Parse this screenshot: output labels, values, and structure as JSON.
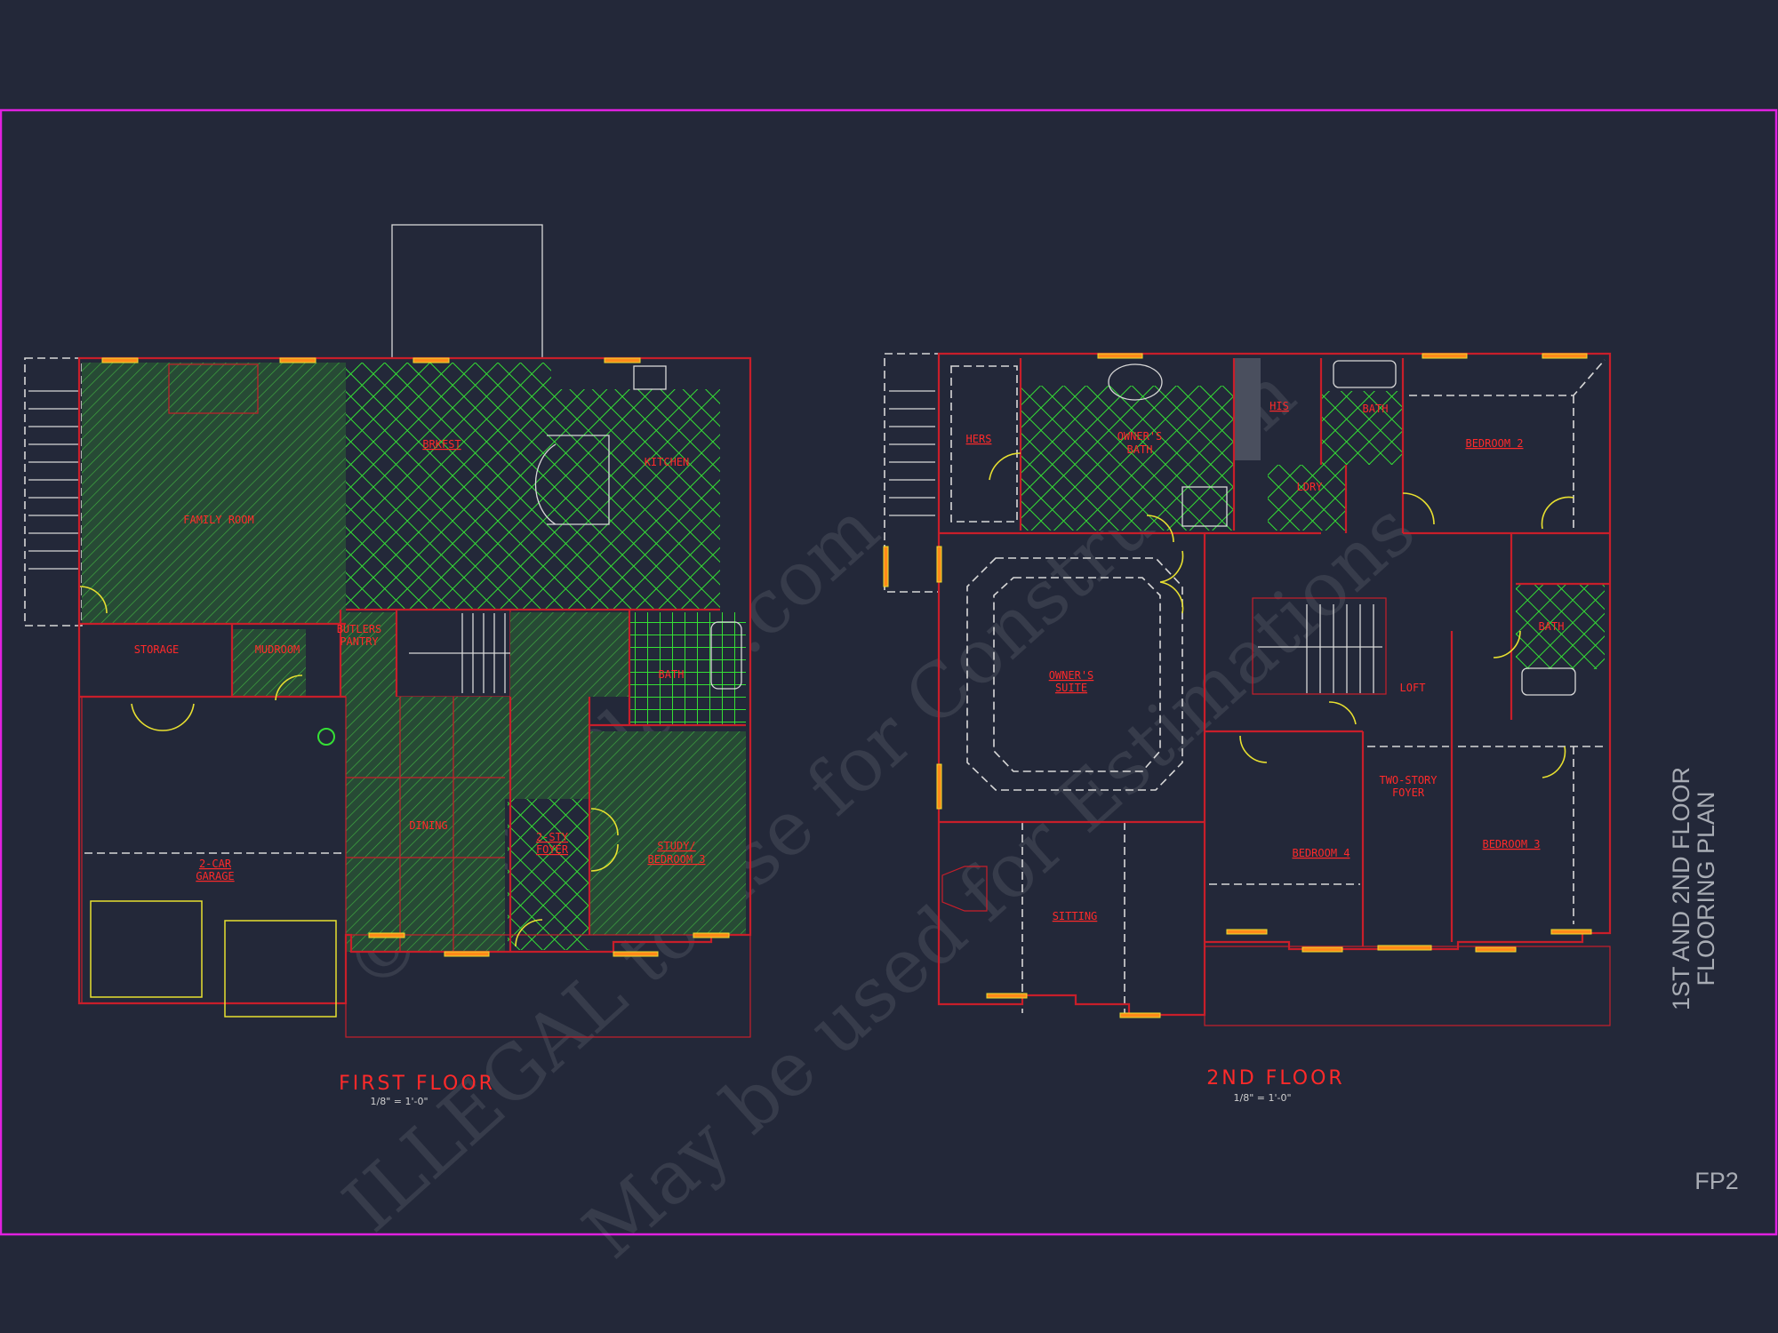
{
  "sheet": {
    "title_line1": "1ST AND 2ND FLOOR",
    "title_line2": "FLOORING PLAN",
    "sheet_number": "FP2",
    "border_color": "#e020e0",
    "background_color": "#232839"
  },
  "watermark": {
    "line1": "© FloorPlans.com",
    "line2": "ILLEGAL to use for Construction",
    "line3": "May be used for Estimations"
  },
  "first_floor": {
    "title": "FIRST FLOOR",
    "scale": "1/8\" = 1'-0\"",
    "rooms": {
      "family_room": "FAMILY ROOM",
      "breakfast": "BRKFST",
      "kitchen": "KITCHEN",
      "storage": "STORAGE",
      "mudroom": "MUDROOM",
      "butlers_1": "BUTLERS",
      "butlers_2": "PANTRY",
      "bath": "BATH",
      "dining": "DINING",
      "foyer_1": "2-STY",
      "foyer_2": "FOYER",
      "study_1": "STUDY/",
      "study_2": "BEDROOM 3",
      "garage_1": "2-CAR",
      "garage_2": "GARAGE"
    }
  },
  "second_floor": {
    "title": "2ND FLOOR",
    "scale": "1/8\" = 1'-0\"",
    "rooms": {
      "hers": "HERS",
      "owners_bath_1": "OWNER'S",
      "owners_bath_2": "BATH",
      "his": "HIS",
      "bath_upper": "BATH",
      "bedroom2": "BEDROOM 2",
      "laundry": "LDRY",
      "owners_suite_1": "OWNER'S",
      "owners_suite_2": "SUITE",
      "loft": "LOFT",
      "bath_right": "BATH",
      "foyer_1": "TWO-STORY",
      "foyer_2": "FOYER",
      "bedroom4": "BEDROOM 4",
      "bedroom3": "BEDROOM 3",
      "sitting": "SITTING"
    }
  },
  "legend_colors": {
    "walls": "#c81e2a",
    "hatch_flooring": "#2fd12f",
    "doors": "#e8e030",
    "windows": "#ff8a1a",
    "labels": "#ff2a2a"
  }
}
